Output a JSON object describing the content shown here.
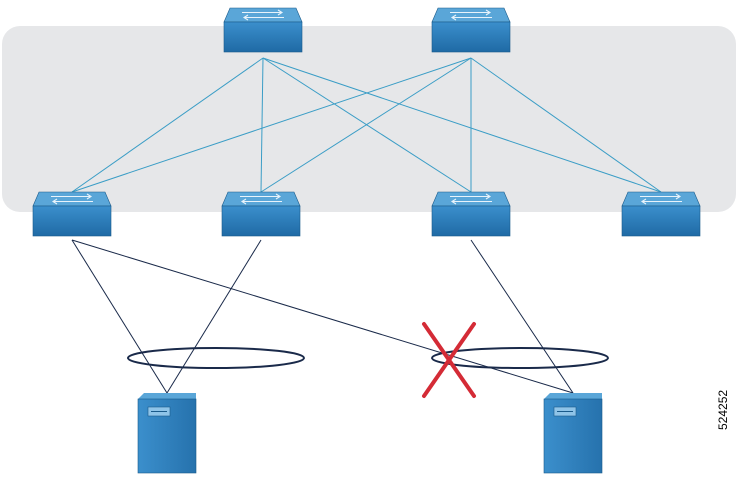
{
  "figure_id": "524252",
  "colors": {
    "fabric_background": "#e6e7e9",
    "fabric_link": "#3a9dc6",
    "host_link": "#1a2a4a",
    "port_channel_ellipse": "#1a2a4a",
    "failure_mark": "#d42b36",
    "device_face": "#2d7fbf",
    "device_side": "#1d5f92",
    "device_top": "#5aa6d8"
  },
  "topology": {
    "spines": [
      {
        "id": "spine-1"
      },
      {
        "id": "spine-2"
      }
    ],
    "leaves": [
      {
        "id": "leaf-1"
      },
      {
        "id": "leaf-2"
      },
      {
        "id": "leaf-3"
      },
      {
        "id": "leaf-4"
      }
    ],
    "servers": [
      {
        "id": "server-1"
      },
      {
        "id": "server-2"
      }
    ],
    "fabric_links": [
      [
        "spine-1",
        "leaf-1"
      ],
      [
        "spine-1",
        "leaf-2"
      ],
      [
        "spine-1",
        "leaf-3"
      ],
      [
        "spine-1",
        "leaf-4"
      ],
      [
        "spine-2",
        "leaf-1"
      ],
      [
        "spine-2",
        "leaf-2"
      ],
      [
        "spine-2",
        "leaf-3"
      ],
      [
        "spine-2",
        "leaf-4"
      ]
    ],
    "host_links": [
      [
        "leaf-1",
        "server-1"
      ],
      [
        "leaf-2",
        "server-1"
      ],
      [
        "leaf-1",
        "server-2"
      ],
      [
        "leaf-3",
        "server-2"
      ]
    ],
    "port_channels": [
      {
        "id": "port-channel-1",
        "server": "server-1"
      },
      {
        "id": "port-channel-2",
        "server": "server-2"
      }
    ],
    "failed": {
      "link": [
        "leaf-1",
        "server-2"
      ],
      "marker": "red-x-icon"
    }
  }
}
